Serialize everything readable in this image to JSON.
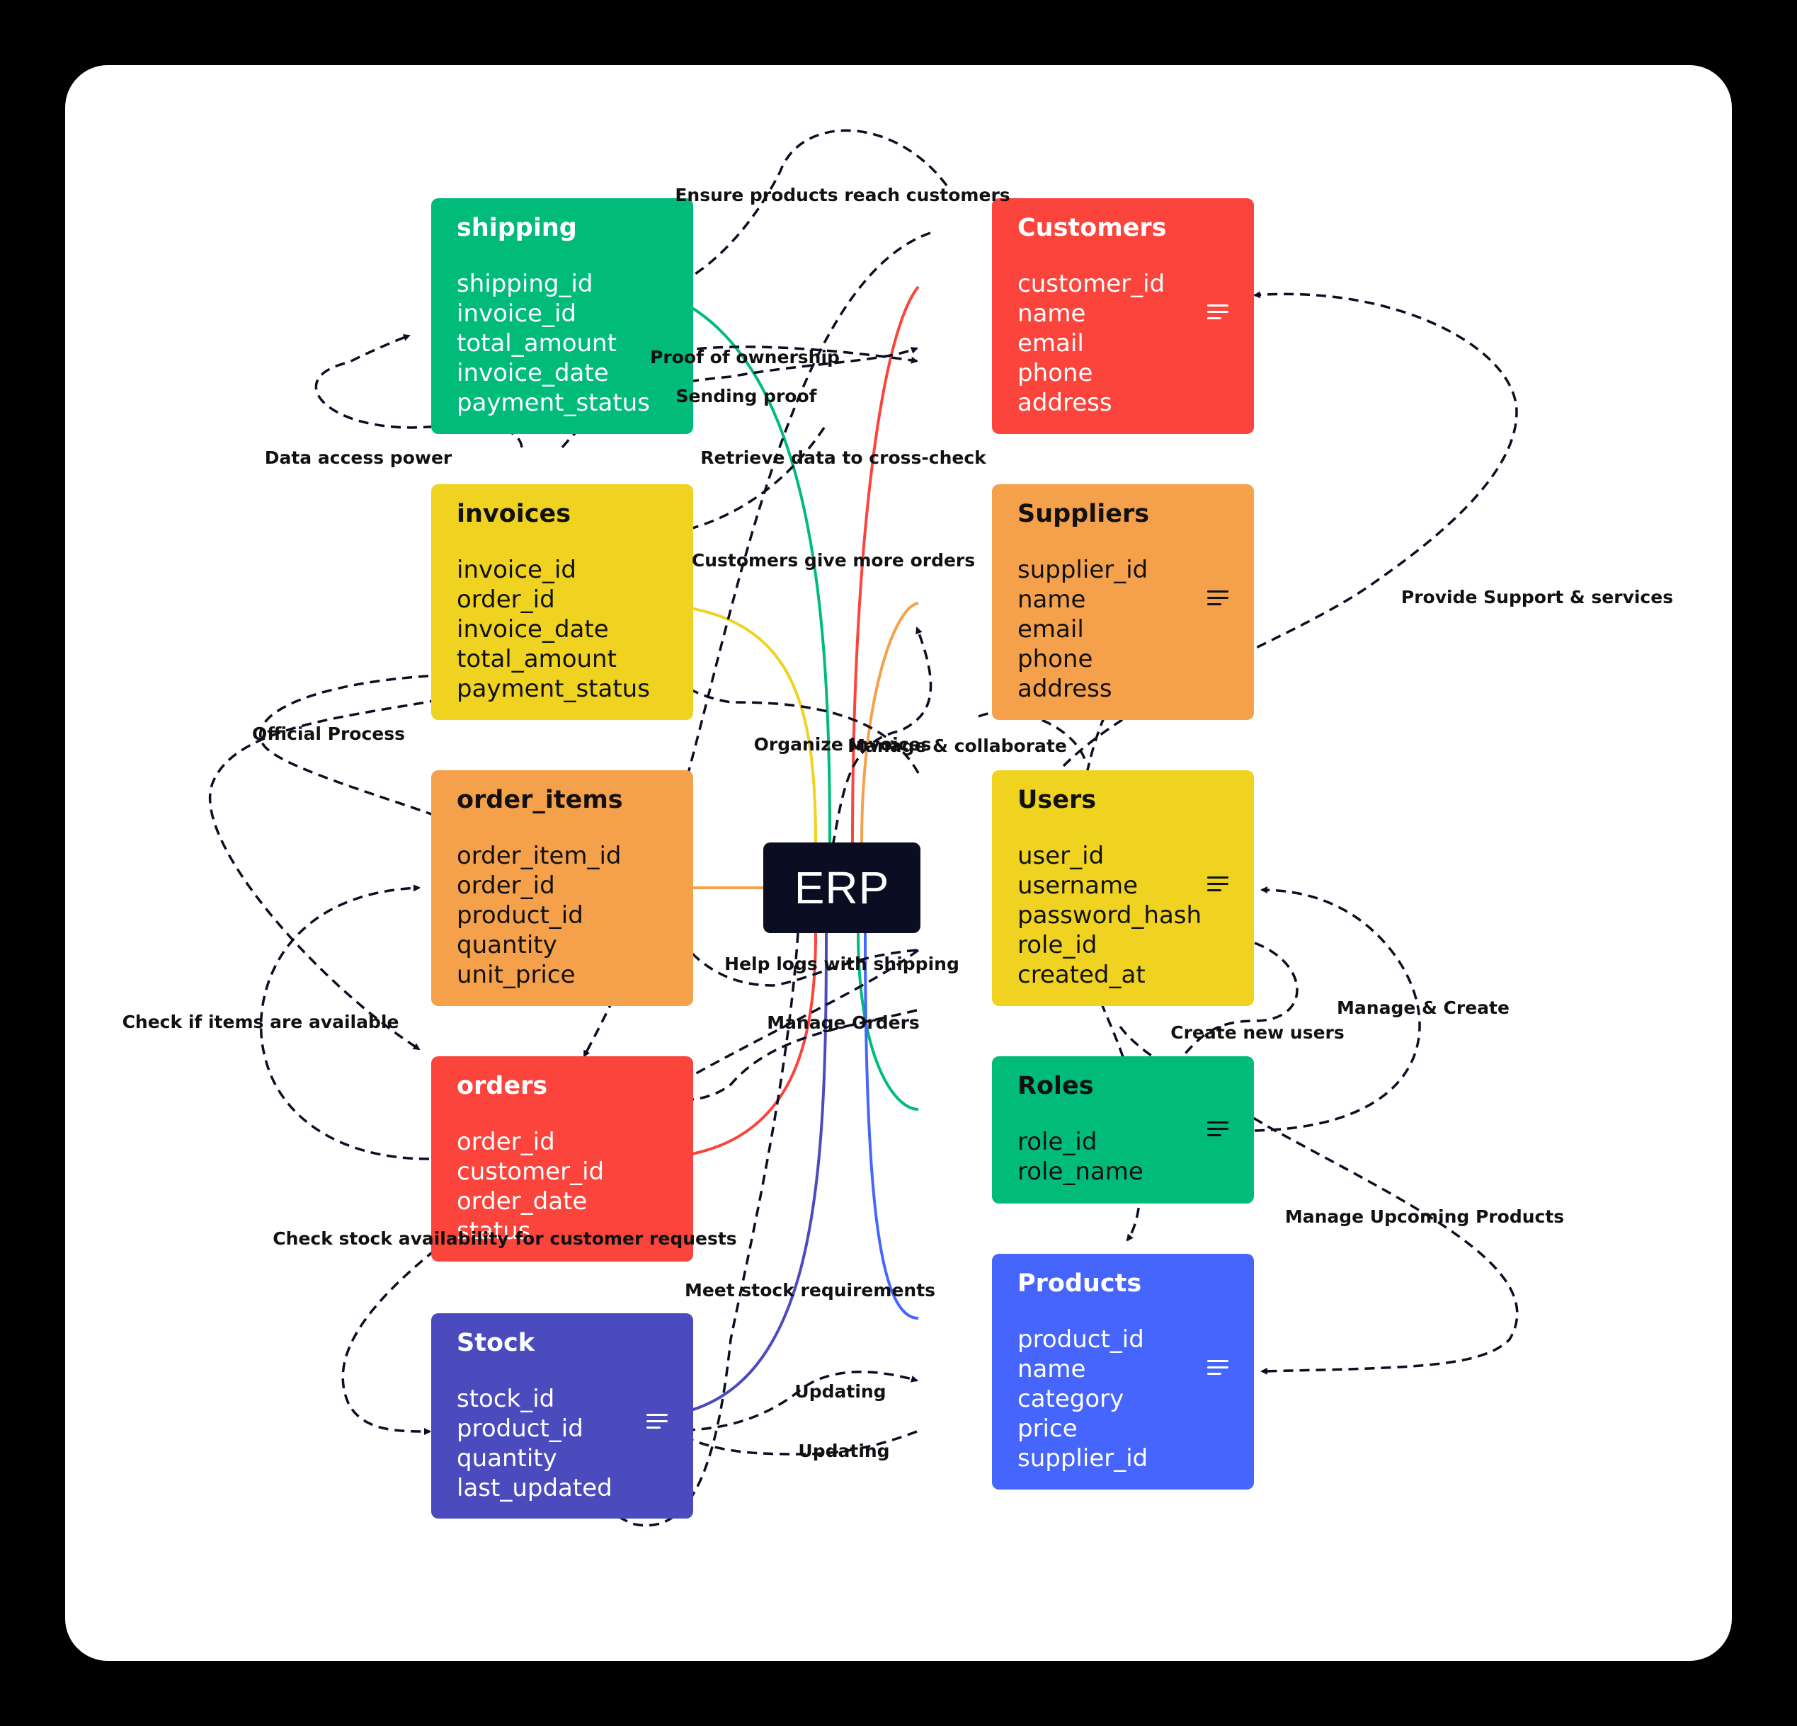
{
  "hub": {
    "label": "ERP"
  },
  "entities": {
    "shipping": {
      "title": "shipping",
      "fields": [
        "shipping_id",
        "invoice_id",
        "total_amount",
        "invoice_date",
        "payment_status"
      ]
    },
    "invoices": {
      "title": "invoices",
      "fields": [
        "invoice_id",
        "order_id",
        "invoice_date",
        "total_amount",
        "payment_status"
      ]
    },
    "order_items": {
      "title": "order_items",
      "fields": [
        "order_item_id",
        "order_id",
        "product_id",
        "quantity",
        "unit_price"
      ]
    },
    "orders": {
      "title": "orders",
      "fields": [
        "order_id",
        "customer_id",
        "order_date",
        "status"
      ]
    },
    "stock": {
      "title": "Stock",
      "fields": [
        "stock_id",
        "product_id",
        "quantity",
        "last_updated"
      ]
    },
    "customers": {
      "title": "Customers",
      "fields": [
        "customer_id",
        "name",
        "email",
        "phone",
        "address"
      ]
    },
    "suppliers": {
      "title": "Suppliers",
      "fields": [
        "supplier_id",
        "name",
        "email",
        "phone",
        "address"
      ]
    },
    "users": {
      "title": "Users",
      "fields": [
        "user_id",
        "username",
        "password_hash",
        "role_id",
        "created_at"
      ]
    },
    "roles": {
      "title": "Roles",
      "fields": [
        "role_id",
        "role_name"
      ]
    },
    "products": {
      "title": "Products",
      "fields": [
        "product_id",
        "name",
        "category",
        "price",
        "supplier_id"
      ]
    }
  },
  "colors": {
    "green": "#00bb7a",
    "yellow": "#efd320",
    "orange": "#f5a04a",
    "red": "#fa443c",
    "purple": "#4b4bbd",
    "blue": "#4565fd",
    "dark": "#0b0d22"
  },
  "labels": {
    "ensure_products": "Ensure products reach customers",
    "proof_ownership": "Proof of ownership",
    "sending_proof": "Sending proof",
    "data_access": "Data access power",
    "retrieve_data": "Retrieve data to cross-check",
    "customers_more_orders": "Customers give more orders",
    "provide_support": "Provide Support & services",
    "official_process": "Official Process",
    "organize_invoices": "Organize Invoices",
    "manage_collaborate": "Manage & collaborate",
    "help_logs": "Help logs with shipping",
    "manage_orders": "Manage Orders",
    "check_items": "Check if items are available",
    "manage_create": "Manage & Create",
    "create_users": "Create new users",
    "check_stock": "Check stock availability for customer requests",
    "manage_upcoming": "Manage Upcoming Products",
    "meet_stock": "Meet stock requirements",
    "updating_1": "Updating",
    "updating_2": "Updating"
  }
}
